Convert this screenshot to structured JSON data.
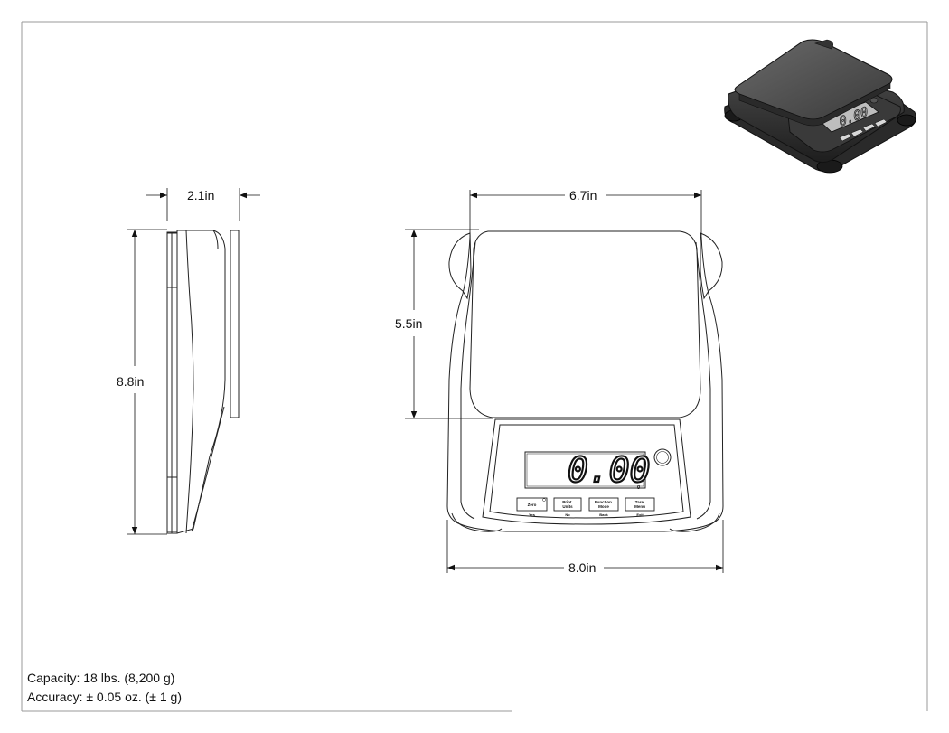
{
  "dimensions": {
    "depth": "2.1in",
    "height": "8.8in",
    "platform_width": "6.7in",
    "platform_depth": "5.5in",
    "overall_width": "8.0in"
  },
  "display": {
    "reading": "0.00",
    "unit": "g",
    "iso_reading": "0.00"
  },
  "buttons": [
    {
      "main": "Zero",
      "sub": "Yes"
    },
    {
      "main": "Print\nUnits",
      "sub": "No"
    },
    {
      "main": "Function\nMode",
      "sub": "Back"
    },
    {
      "main": "Tare\nMenu",
      "sub": "Exit"
    }
  ],
  "specs": {
    "capacity": "Capacity: 18 lbs. (8,200 g)",
    "accuracy": "Accuracy: ± 0.05 oz. (± 1 g)"
  }
}
